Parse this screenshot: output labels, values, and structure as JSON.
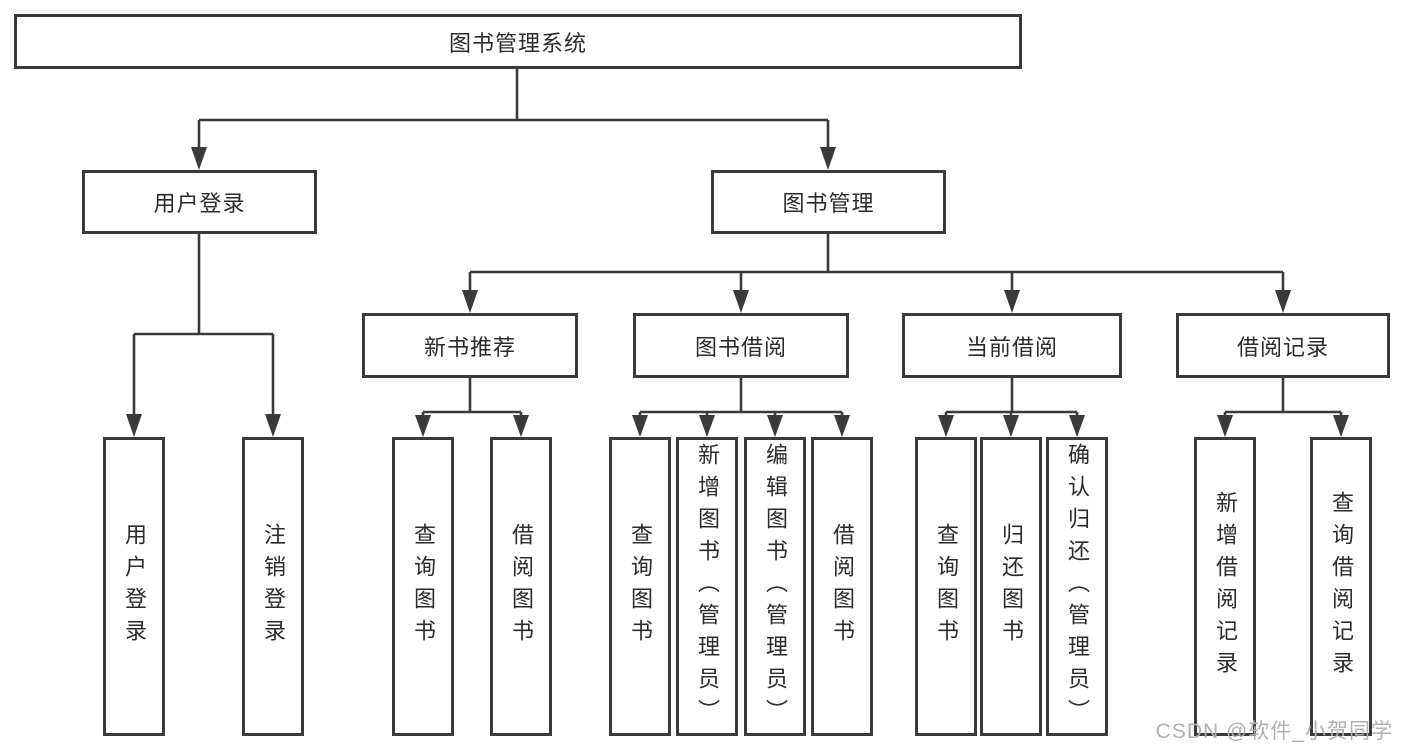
{
  "diagram": {
    "root": {
      "label": "图书管理系统"
    },
    "branches": [
      {
        "label": "用户登录",
        "children": [
          {
            "label": "用户登录"
          },
          {
            "label": "注销登录"
          }
        ]
      },
      {
        "label": "图书管理",
        "children": [
          {
            "label": "新书推荐",
            "children": [
              {
                "label": "查询图书"
              },
              {
                "label": "借阅图书"
              }
            ]
          },
          {
            "label": "图书借阅",
            "children": [
              {
                "label": "查询图书"
              },
              {
                "label": "新增图书（管理员）"
              },
              {
                "label": "编辑图书（管理员）"
              },
              {
                "label": "借阅图书"
              }
            ]
          },
          {
            "label": "当前借阅",
            "children": [
              {
                "label": "查询图书"
              },
              {
                "label": "归还图书"
              },
              {
                "label": "确认归还（管理员）"
              }
            ]
          },
          {
            "label": "借阅记录",
            "children": [
              {
                "label": "新增借阅记录"
              },
              {
                "label": "查询借阅记录"
              }
            ]
          }
        ]
      }
    ]
  },
  "watermark": {
    "text": "CSDN @软件_小贺同学"
  },
  "colors": {
    "line": "#3a3a3a",
    "text": "#2b2b2b",
    "watermark": "#b0b0b0",
    "background": "#ffffff"
  }
}
